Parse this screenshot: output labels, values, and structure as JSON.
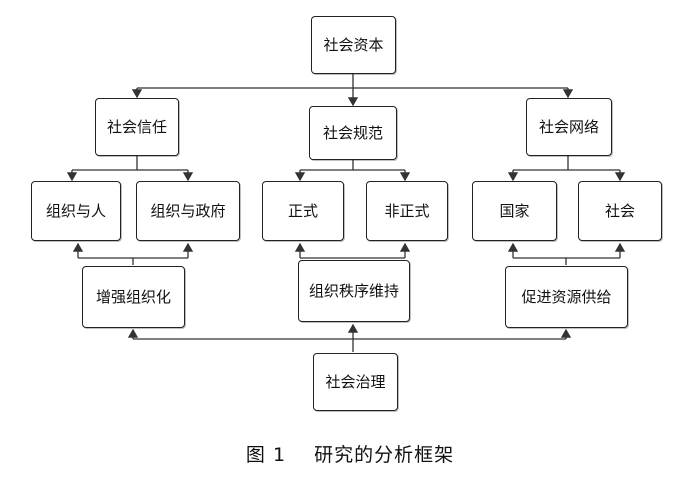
{
  "diagram": {
    "nodes": {
      "social_capital": "社会资本",
      "social_trust": "社会信任",
      "social_norms": "社会规范",
      "social_network": "社会网络",
      "org_and_person": "组织与人",
      "org_and_gov": "组织与政府",
      "formal": "正式",
      "informal": "非正式",
      "state": "国家",
      "society": "社会",
      "strengthen_org": "增强组织化",
      "org_order": "组织秩序维持",
      "resource_supply": "促进资源供给",
      "social_governance": "社会治理"
    },
    "caption": {
      "label": "图 1",
      "title": "研究的分析框架"
    }
  }
}
